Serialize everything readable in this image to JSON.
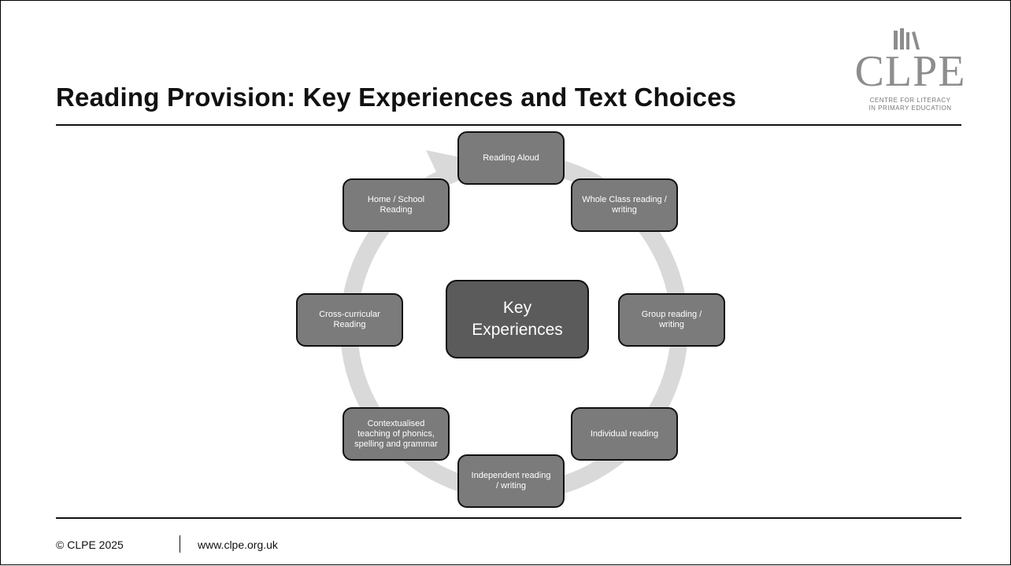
{
  "slide": {
    "title": "Reading Provision: Key Experiences and Text Choices"
  },
  "logo": {
    "wordmark": "CLPE",
    "subline1": "CENTRE FOR LITERACY",
    "subline2": "IN PRIMARY EDUCATION",
    "icon": "books-icon"
  },
  "diagram": {
    "center_label_line1": "Key",
    "center_label_line2": "Experiences",
    "nodes": [
      {
        "id": "reading-aloud",
        "line1": "Reading Aloud",
        "line2": "",
        "line3": ""
      },
      {
        "id": "whole-class",
        "line1": "Whole Class reading /",
        "line2": "writing",
        "line3": ""
      },
      {
        "id": "group",
        "line1": "Group reading /",
        "line2": "writing",
        "line3": ""
      },
      {
        "id": "individual",
        "line1": "Individual reading",
        "line2": "",
        "line3": ""
      },
      {
        "id": "independent",
        "line1": "Independent reading",
        "line2": "/ writing",
        "line3": ""
      },
      {
        "id": "contextualised",
        "line1": "Contextualised",
        "line2": "teaching of phonics,",
        "line3": "spelling and grammar"
      },
      {
        "id": "cross-curricular",
        "line1": "Cross-curricular",
        "line2": "Reading",
        "line3": ""
      },
      {
        "id": "home-school",
        "line1": "Home / School",
        "line2": "Reading",
        "line3": ""
      }
    ]
  },
  "footer": {
    "copyright": "© CLPE 2025",
    "url": "www.clpe.org.uk"
  },
  "colors": {
    "node_fill": "#7b7b7b",
    "center_fill": "#5b5b5b",
    "ring": "#d9d9d9",
    "logo_grey": "#8d8d8d"
  }
}
